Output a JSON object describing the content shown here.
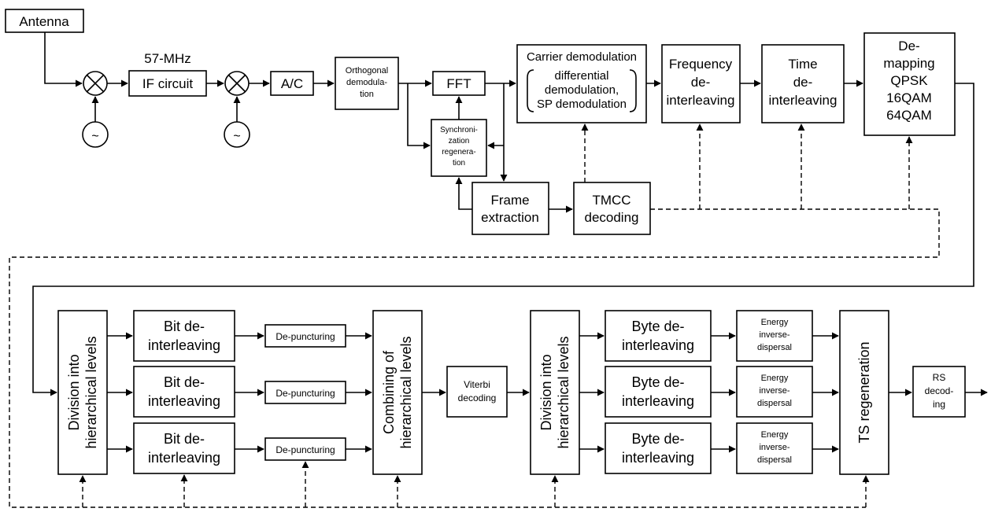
{
  "blocks": {
    "antenna": "Antenna",
    "freq_label": "57-MHz",
    "if_circuit": "IF circuit",
    "adc": "A/C",
    "orthogonal": [
      "Orthogonal",
      "demodula-",
      "tion"
    ],
    "fft": "FFT",
    "sync": [
      "Synchroni-",
      "zation",
      "regenera-",
      "tion"
    ],
    "frame": [
      "Frame",
      "extraction"
    ],
    "tmcc": [
      "TMCC",
      "decoding"
    ],
    "carrier_title": "Carrier demodulation",
    "carrier_inner": [
      "differential",
      "demodulation,",
      "SP demodulation"
    ],
    "freq_deint": [
      "Frequency",
      "de-",
      "interleaving"
    ],
    "time_deint": [
      "Time",
      "de-",
      "interleaving"
    ],
    "demapping": [
      "De-",
      "mapping",
      "QPSK",
      "16QAM",
      "64QAM"
    ],
    "division1": [
      "Division into",
      "hierarchical levels"
    ],
    "bit_deint": [
      "Bit de-",
      "interleaving"
    ],
    "depuncturing": "De-puncturing",
    "combining": [
      "Combining of",
      "hierarchical levels"
    ],
    "viterbi": [
      "Viterbi",
      "decoding"
    ],
    "division2": [
      "Division into",
      "hierarchical levels"
    ],
    "byte_deint": [
      "Byte de-",
      "interleaving"
    ],
    "energy": [
      "Energy",
      "inverse-",
      "dispersal"
    ],
    "ts_regen": "TS regeneration",
    "rs": [
      "RS",
      "decod-",
      "ing"
    ],
    "oscillator": "~"
  }
}
